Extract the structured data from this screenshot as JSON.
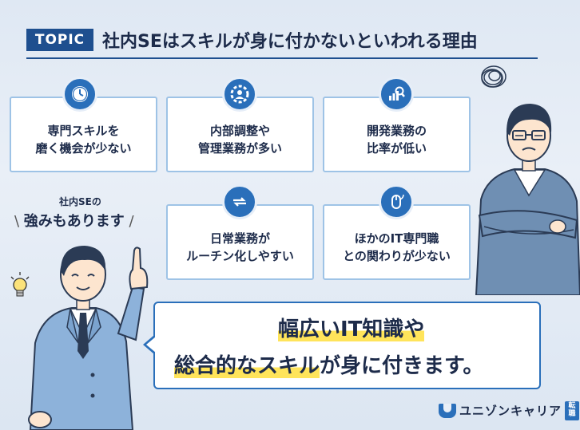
{
  "header": {
    "badge": "TOPIC",
    "title": "社内SEはスキルが身に付かないといわれる理由"
  },
  "cards": [
    {
      "icon": "clock-icon",
      "line1": "専門スキルを",
      "line2": "磨く機会が少ない"
    },
    {
      "icon": "gear-person-icon",
      "line1": "内部調整や",
      "line2": "管理業務が多い"
    },
    {
      "icon": "chart-magnifier-icon",
      "line1": "開発業務の",
      "line2": "比率が低い"
    },
    {
      "icon": "refresh-arrows-icon",
      "line1": "日常業務が",
      "line2": "ルーチン化しやすい"
    },
    {
      "icon": "mouse-icon",
      "line1": "ほかのIT専門職",
      "line2": "との関わりが少ない"
    }
  ],
  "strength": {
    "small": "社内SEの",
    "big": "強みもあります"
  },
  "message": {
    "line1": "幅広いIT知識や",
    "line2_highlight": "総合的なスキル",
    "line2_rest": "が身に付きます。"
  },
  "logo": {
    "text": "ユニゾンキャリア",
    "tag": "転職"
  },
  "colors": {
    "primary": "#2a6fba",
    "navy": "#1e4f8f",
    "highlight": "#ffe45a",
    "card_border": "#9ec3e6"
  }
}
